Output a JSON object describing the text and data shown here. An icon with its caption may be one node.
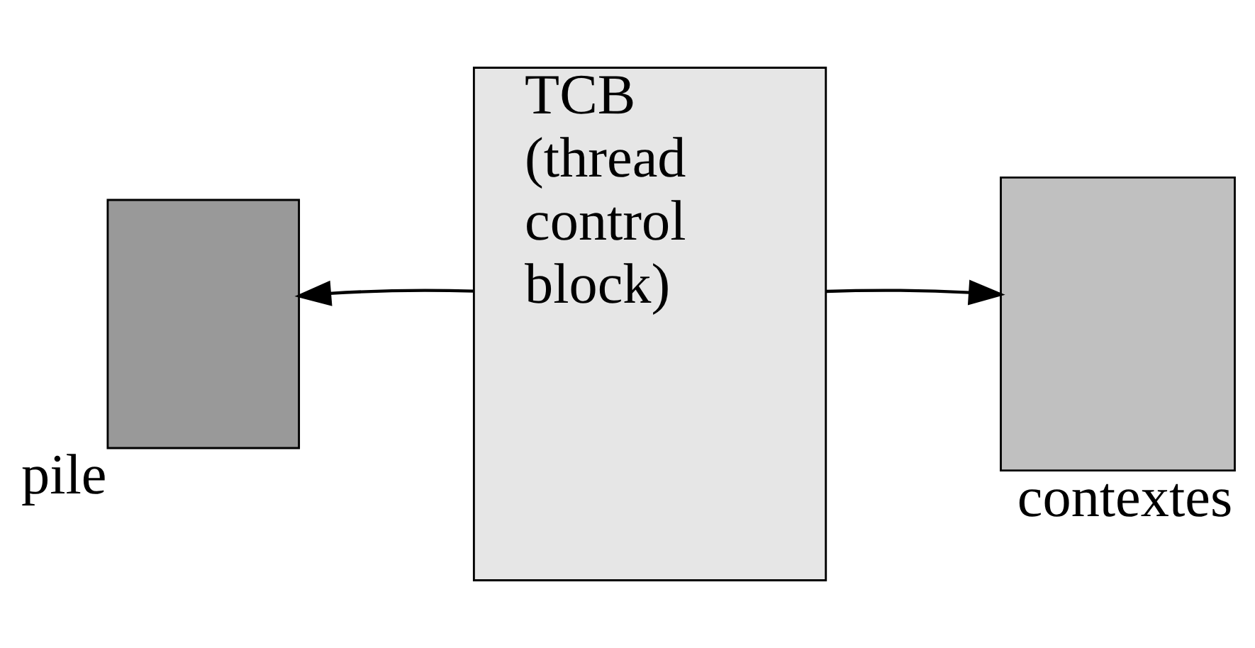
{
  "diagram": {
    "nodes": [
      {
        "text": [],
        "shape": "box",
        "beside": [
          "pile"
        ]
      },
      {
        "text": [
          "TCB (thread control block)"
        ]
      },
      {
        "text": [],
        "shape": "box",
        "beside": [
          "contextes"
        ]
      }
    ],
    "edges": [
      {
        "from": 1,
        "to": 0,
        "arrow": "to"
      },
      {
        "from": 1,
        "to": 2,
        "arrow": "to"
      }
    ]
  }
}
